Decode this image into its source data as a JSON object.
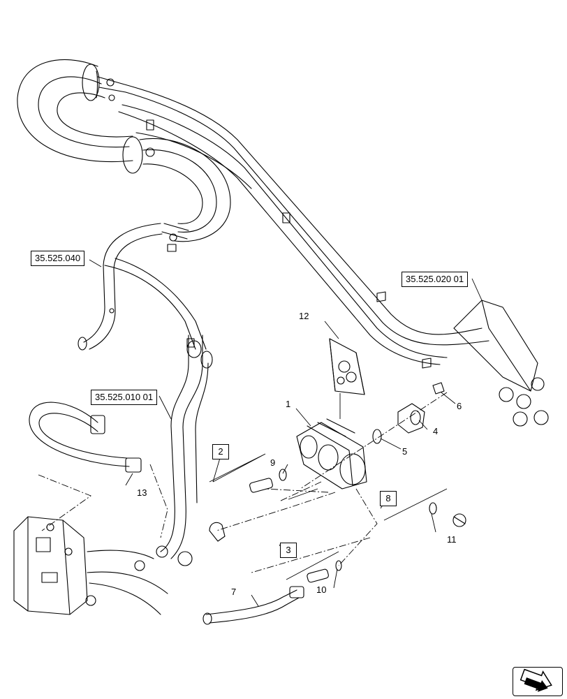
{
  "references": {
    "ref_040": "35.525.040",
    "ref_020": "35.525.020 01",
    "ref_010": "35.525.010 01"
  },
  "kits": {
    "k2": "2",
    "k3": "3",
    "k8": "8"
  },
  "callouts": {
    "c1": "1",
    "c4": "4",
    "c5": "5",
    "c6": "6",
    "c7": "7",
    "c9": "9",
    "c10": "10",
    "c11": "11",
    "c12": "12",
    "c13": "13"
  },
  "icons": {
    "nav": "arrow-nav-icon"
  }
}
